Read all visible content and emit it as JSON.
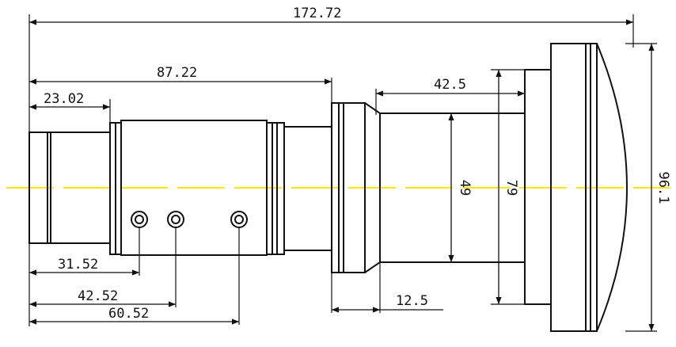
{
  "diagram": {
    "dimensions": {
      "overall_length": "172.72",
      "length_87": "87.22",
      "length_23": "23.02",
      "length_31": "31.52",
      "length_42_hole": "42.52",
      "length_60": "60.52",
      "front_length": "42.5",
      "flange_width": "12.5",
      "diameter_49": "49",
      "diameter_79": "79",
      "diameter_96": "96.1"
    },
    "colors": {
      "outline": "#111111",
      "center_line": "#ffe600"
    }
  }
}
